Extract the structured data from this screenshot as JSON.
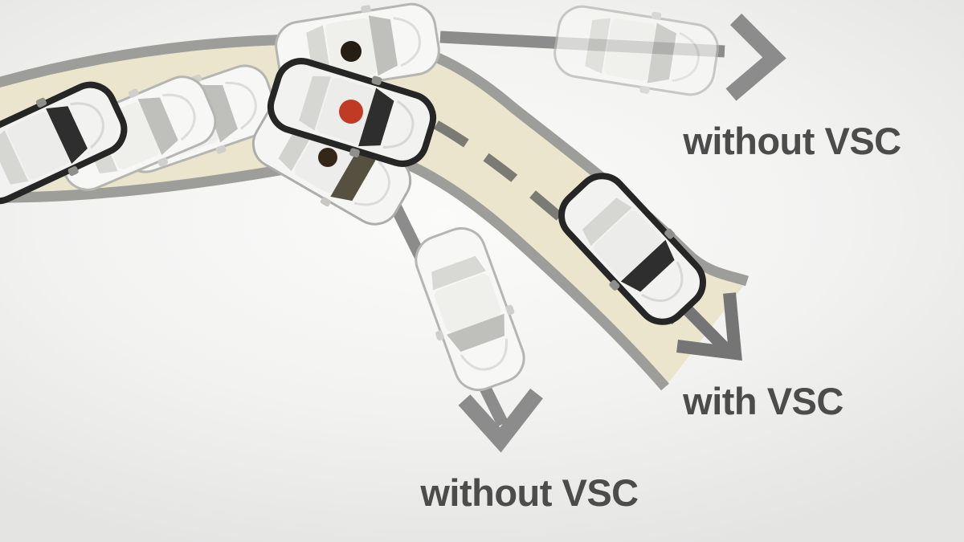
{
  "diagram": {
    "type": "vehicle-stability-control-illustration",
    "labels": {
      "understeer_top": "without VSC",
      "with_vsc_right": "with VSC",
      "oversteer_bottom": "without VSC"
    },
    "colors": {
      "background": "#f2f2f1",
      "road-surface": "#eae5cc",
      "road-border": "#9d9d99",
      "lane-dash": "#7b7b73",
      "arrow": "#8c8c8c",
      "arrow-dark": "#757575",
      "label-text": "#4c4c4c",
      "dot-red": "#c13a24",
      "dot-black": "#261d13",
      "dot-dark": "#342718"
    },
    "cars": [
      {
        "name": "car-entering-curve",
        "style": "bold-outline",
        "marker": null
      },
      {
        "name": "car-trail-ghost-1",
        "style": "ghost",
        "marker": null
      },
      {
        "name": "car-trail-ghost-2",
        "style": "ghost",
        "marker": null
      },
      {
        "name": "car-straight-path-ghost",
        "style": "ghost",
        "marker": "black-dot"
      },
      {
        "name": "car-current-position",
        "style": "bold-outline",
        "marker": "red-dot"
      },
      {
        "name": "car-rotating-ghost",
        "style": "ghost-dark-glass",
        "marker": "dark-dot"
      },
      {
        "name": "car-off-road-straight",
        "style": "ghost-faded",
        "marker": null
      },
      {
        "name": "car-spun-out",
        "style": "ghost",
        "marker": null
      },
      {
        "name": "car-with-vsc",
        "style": "bold-outline",
        "marker": null
      }
    ]
  }
}
